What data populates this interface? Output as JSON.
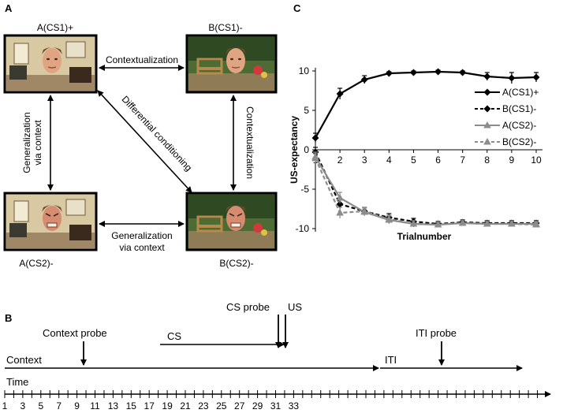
{
  "panel_a": {
    "letter": "A",
    "labels": {
      "a_cs1": "A(CS1)+",
      "b_cs1": "B(CS1)-",
      "a_cs2": "A(CS2)-",
      "b_cs2": "B(CS2)-"
    },
    "arrows": {
      "contextualization_top": "Contextualization",
      "contextualization_right": "Contextualization",
      "differential": "Differential conditioning",
      "generalization_left_line1": "Generalization",
      "generalization_left_line2": "via context",
      "generalization_bottom_line1": "Generalization",
      "generalization_bottom_line2": "via context"
    },
    "colors": {
      "room_wall": "#d8c9a0",
      "garden": "#4d6b33",
      "face": "#d99a78",
      "hair": "#5a3a22"
    }
  },
  "panel_b": {
    "letter": "B",
    "labels": {
      "context_probe": "Context probe",
      "cs": "CS",
      "cs_probe": "CS probe",
      "us": "US",
      "context": "Context",
      "iti": "ITI",
      "iti_probe": "ITI probe",
      "time": "Time"
    },
    "ticks": [
      "1",
      "3",
      "5",
      "7",
      "9",
      "11",
      "13",
      "15",
      "17",
      "19",
      "21",
      "23",
      "25",
      "27",
      "29",
      "31",
      "33"
    ]
  },
  "chart_data": {
    "letter": "C",
    "type": "line",
    "ylabel": "US-expectancy",
    "xlabel": "Trialnumber",
    "x": [
      1,
      2,
      3,
      4,
      5,
      6,
      7,
      8,
      9,
      10
    ],
    "xlim": [
      1,
      10
    ],
    "ylim": [
      -10,
      10
    ],
    "yticks": [
      -10,
      -5,
      0,
      5,
      10
    ],
    "legend_position": "right",
    "series": [
      {
        "name": "A(CS1)+",
        "values": [
          1.5,
          7.1,
          8.9,
          9.7,
          9.8,
          9.9,
          9.8,
          9.3,
          9.1,
          9.2
        ],
        "errors": [
          0.6,
          0.7,
          0.5,
          0.2,
          0.2,
          0.2,
          0.2,
          0.5,
          0.7,
          0.6
        ],
        "color": "#000000",
        "dash": "none",
        "marker": "diamond"
      },
      {
        "name": "B(CS1)-",
        "values": [
          -0.3,
          -6.9,
          -7.8,
          -8.6,
          -9.1,
          -9.4,
          -9.2,
          -9.3,
          -9.3,
          -9.3
        ],
        "errors": [
          0.6,
          0.7,
          0.5,
          0.5,
          0.4,
          0.3,
          0.3,
          0.3,
          0.3,
          0.3
        ],
        "color": "#000000",
        "dash": "5,3",
        "marker": "diamond"
      },
      {
        "name": "A(CS2)-",
        "values": [
          -0.9,
          -6.1,
          -7.9,
          -8.9,
          -9.4,
          -9.5,
          -9.3,
          -9.4,
          -9.4,
          -9.4
        ],
        "errors": [
          0.6,
          0.7,
          0.5,
          0.5,
          0.4,
          0.3,
          0.3,
          0.3,
          0.3,
          0.3
        ],
        "color": "#8c8c8c",
        "dash": "none",
        "marker": "triangle"
      },
      {
        "name": "B(CS2)-",
        "values": [
          -1.1,
          -8.0,
          -7.8,
          -8.8,
          -9.4,
          -9.5,
          -9.3,
          -9.4,
          -9.4,
          -9.5
        ],
        "errors": [
          0.6,
          0.7,
          0.5,
          0.5,
          0.4,
          0.3,
          0.3,
          0.3,
          0.3,
          0.3
        ],
        "color": "#8c8c8c",
        "dash": "5,3",
        "marker": "triangle"
      }
    ]
  }
}
